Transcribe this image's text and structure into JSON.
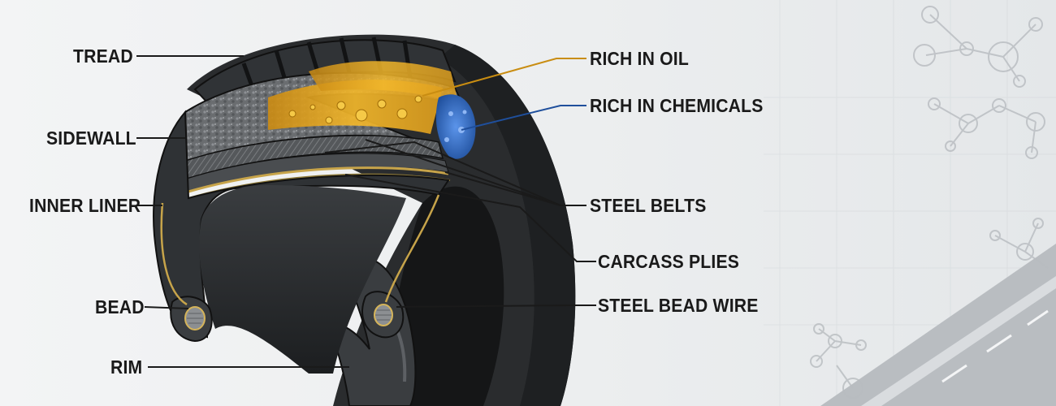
{
  "labels": {
    "left": [
      "TREAD",
      "SIDEWALL",
      "INNER LINER",
      "BEAD",
      "RIM"
    ],
    "right": [
      "RICH IN OIL",
      "RICH IN CHEMICALS",
      "STEEL BELTS",
      "CARCASS PLIES",
      "STEEL BEAD WIRE"
    ]
  },
  "colors": {
    "oil": "#e0a21a",
    "chemicals": "#2f6fd1",
    "rubber": "#2a2c2e",
    "leader_line": "#1a1a1a",
    "oil_leader": "#c98d12",
    "chem_leader": "#1f4f9c"
  }
}
